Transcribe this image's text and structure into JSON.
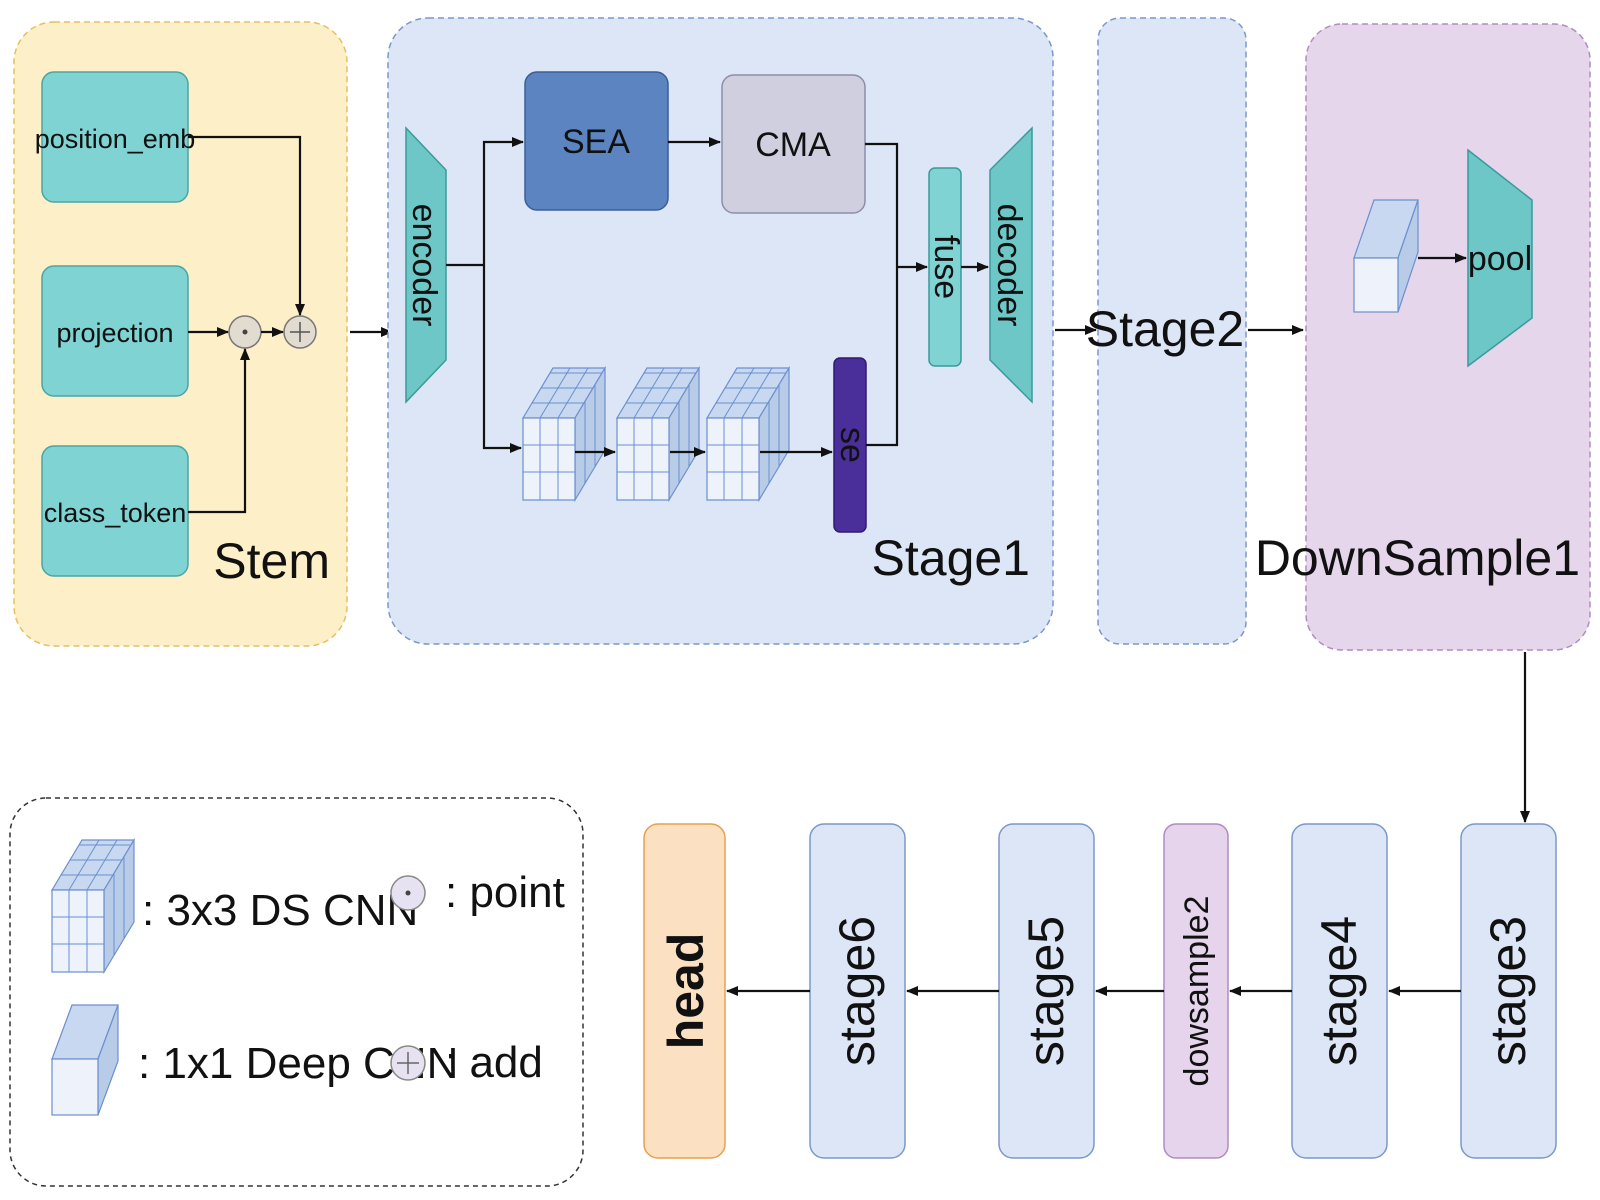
{
  "stem": {
    "title": "Stem",
    "inputs": [
      "position_emb",
      "projection",
      "class_token"
    ]
  },
  "stage1": {
    "title": "Stage1",
    "encoder": "encoder",
    "sea": "SEA",
    "cma": "CMA",
    "se": "se",
    "fuse": "fuse",
    "decoder": "decoder"
  },
  "stage2": {
    "title": "Stage2"
  },
  "downsample1": {
    "title": "DownSample1",
    "pool": "pool"
  },
  "bottom_row": [
    "stage3",
    "stage4",
    "dowsample2",
    "stage5",
    "stage6",
    "head"
  ],
  "legend": {
    "ds_cnn": ": 3x3 DS CNN",
    "deep_cnn": ": 1x1 Deep CNN",
    "point": ": point",
    "add": ": add"
  },
  "colors": {
    "stem_bg": "#fdf0c8",
    "stage_bg": "#dde6f6",
    "downsample_bg": "#e6d6ec",
    "teal": "#7fd3d3",
    "sea": "#5b84c0",
    "cma": "#cfcfe0",
    "se": "#4a2f9a",
    "bottom_block": "#dde6f6",
    "dowsample_block": "#e5d4ec",
    "head_block": "#fbe0c2"
  }
}
